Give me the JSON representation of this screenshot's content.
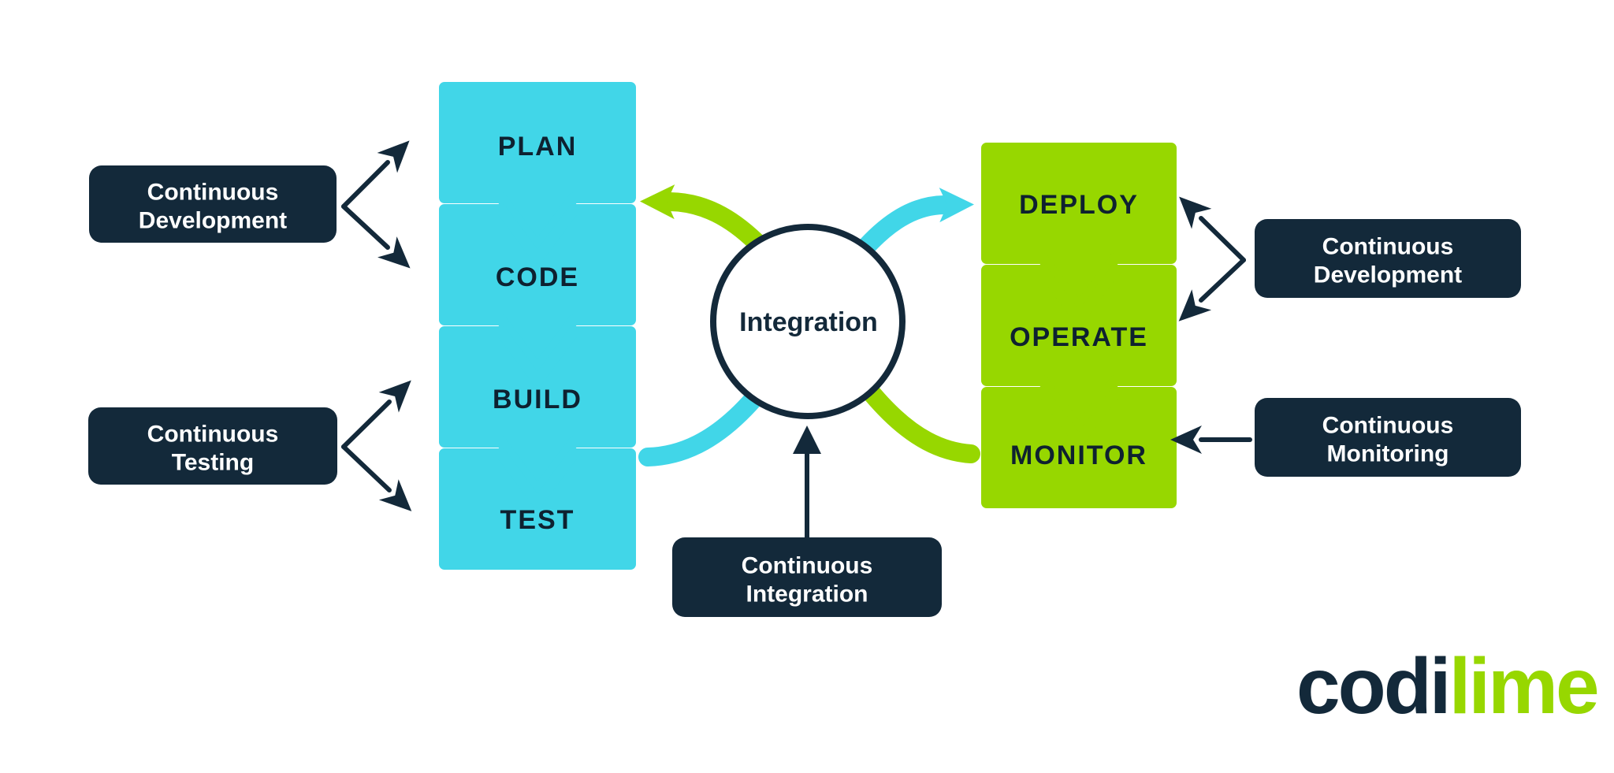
{
  "colors": {
    "cyan": "#41d6e8",
    "lime": "#97d700",
    "navy": "#13293a",
    "ink": "#0e2130",
    "white": "#ffffff"
  },
  "dev_stages": [
    "PLAN",
    "CODE",
    "BUILD",
    "TEST"
  ],
  "ops_stages": [
    "DEPLOY",
    "OPERATE",
    "MONITOR"
  ],
  "center": {
    "label": "Integration"
  },
  "labels": {
    "continuous_development_left": {
      "line1": "Continuous",
      "line2": "Development"
    },
    "continuous_testing": {
      "line1": "Continuous",
      "line2": "Testing"
    },
    "continuous_development_right": {
      "line1": "Continuous",
      "line2": "Development"
    },
    "continuous_monitoring": {
      "line1": "Continuous",
      "line2": "Monitoring"
    },
    "continuous_integration": {
      "line1": "Continuous",
      "line2": "Integration"
    }
  },
  "logo": {
    "part1": "codi",
    "part2": "lime"
  }
}
